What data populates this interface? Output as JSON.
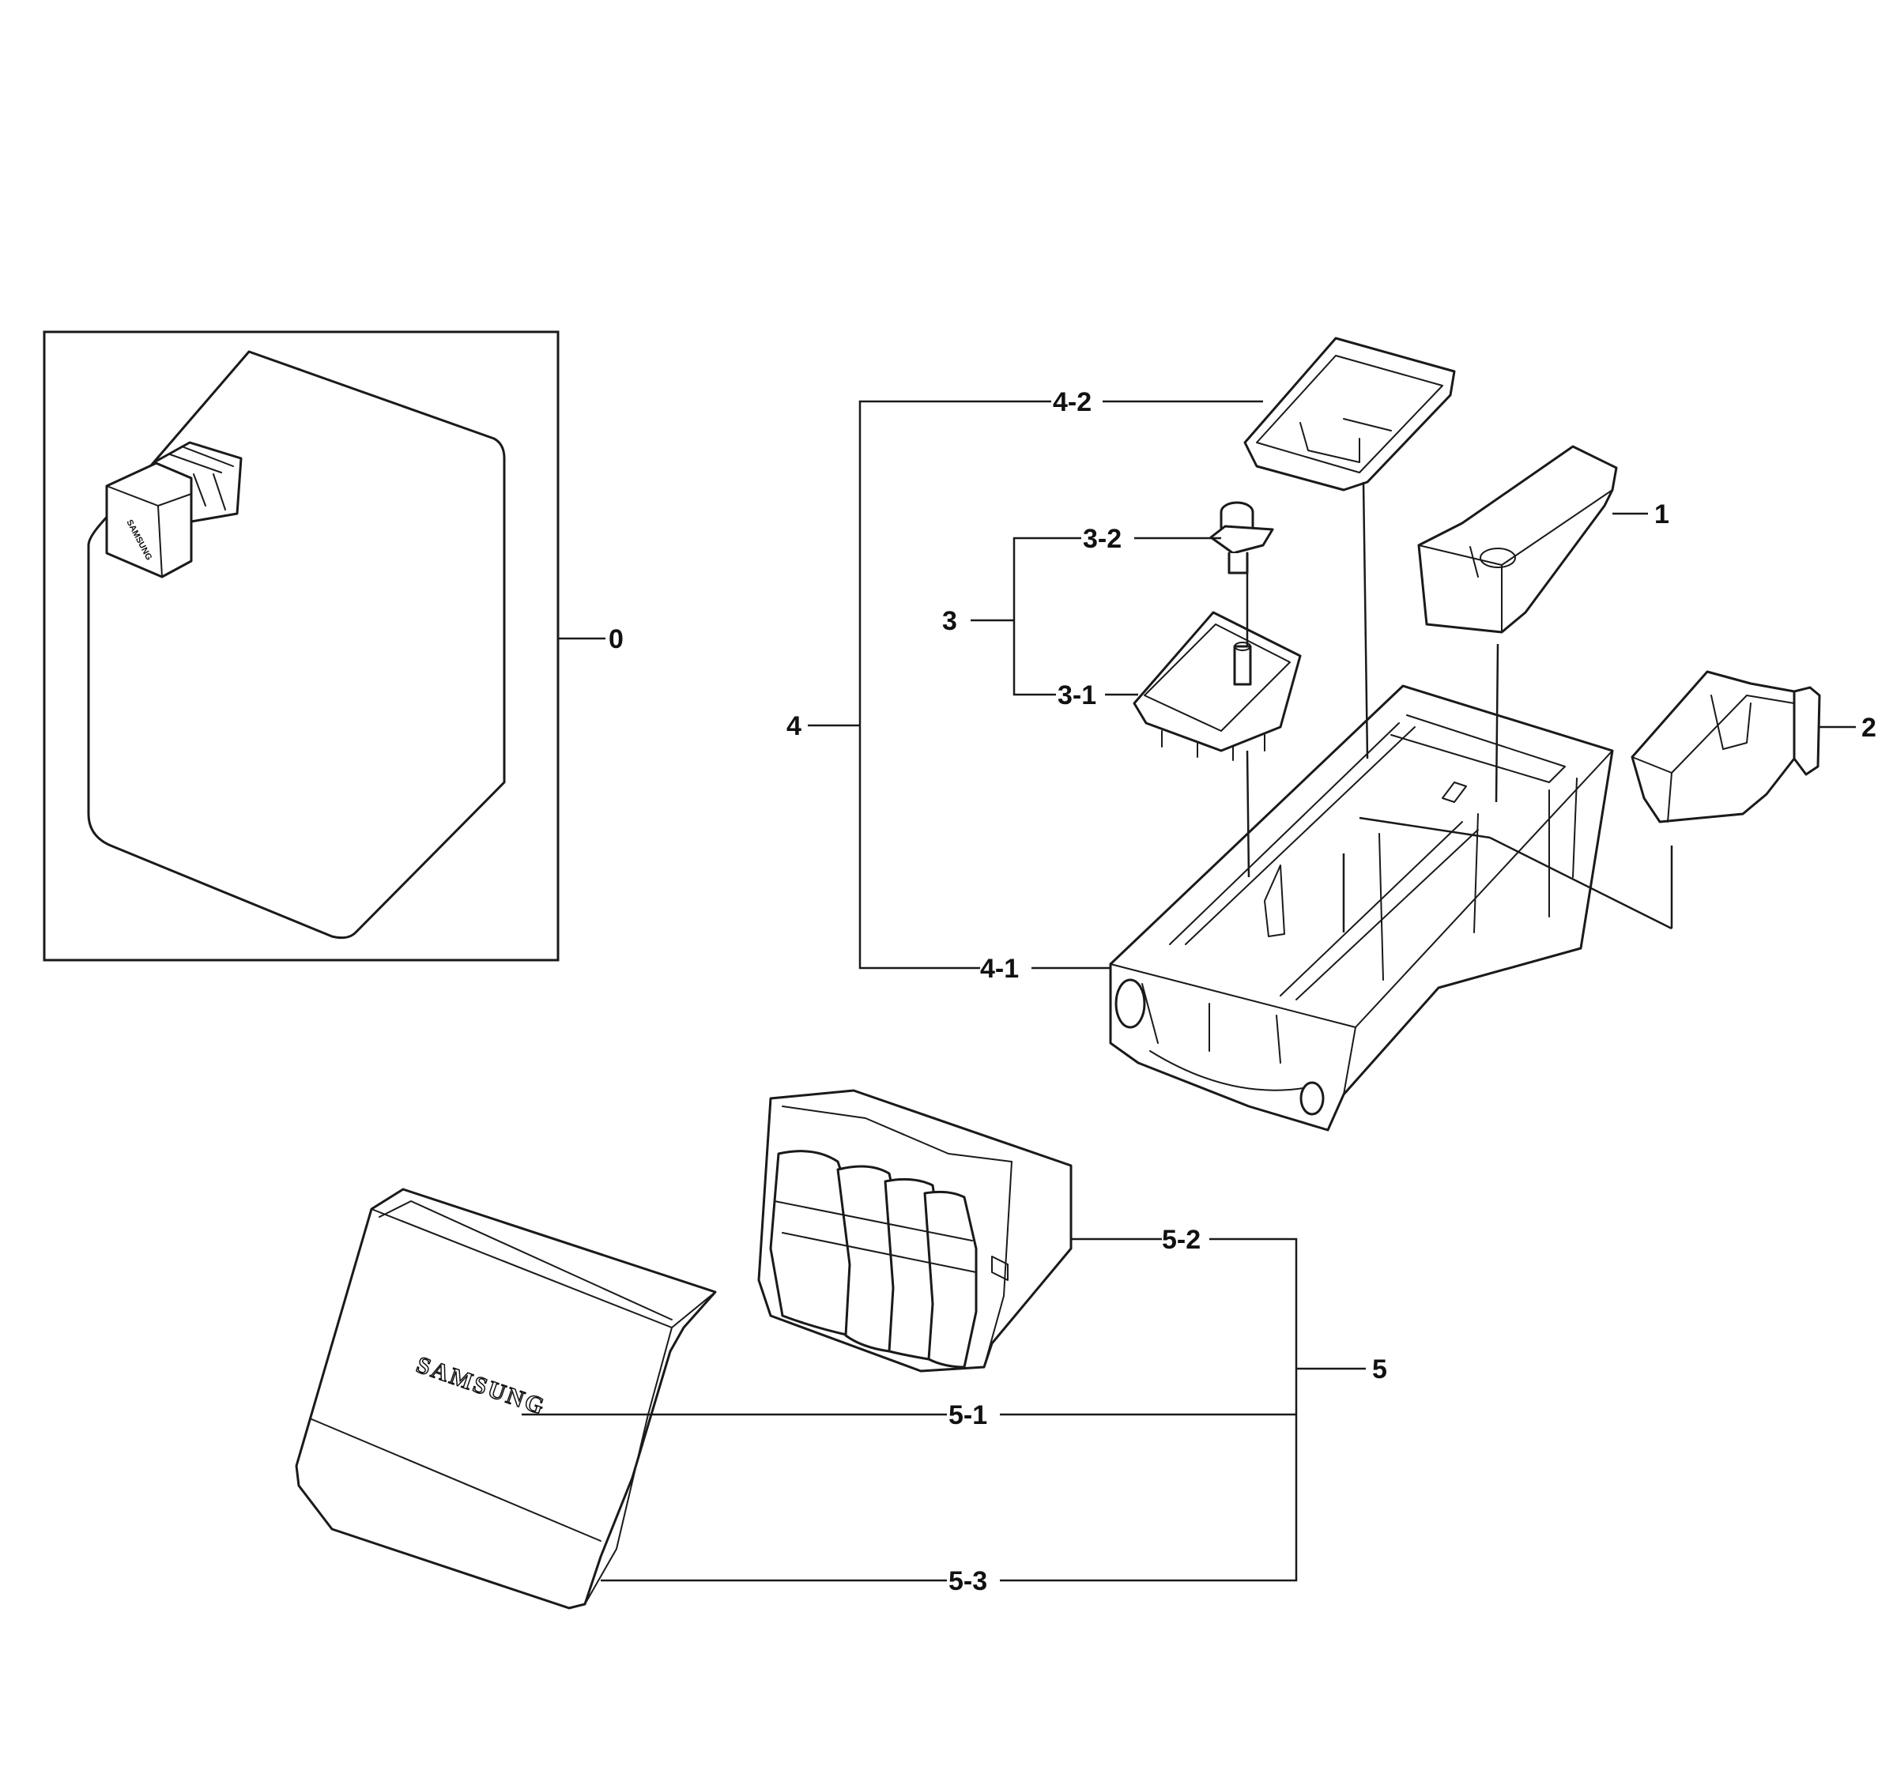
{
  "callouts": {
    "c0": "0",
    "c1": "1",
    "c2": "2",
    "c3": "3",
    "c3_1": "3-1",
    "c3_2": "3-2",
    "c4": "4",
    "c4_1": "4-1",
    "c4_2": "4-2",
    "c5": "5",
    "c5_1": "5-1",
    "c5_2": "5-2",
    "c5_3": "5-3"
  },
  "logo": {
    "brand": "SAMSUNG"
  },
  "icons": {
    "washer": "washer-assembly-icon",
    "drawer": "detergent-drawer-icon"
  },
  "colors": {
    "line": "#1a1a1a",
    "background": "#ffffff"
  }
}
